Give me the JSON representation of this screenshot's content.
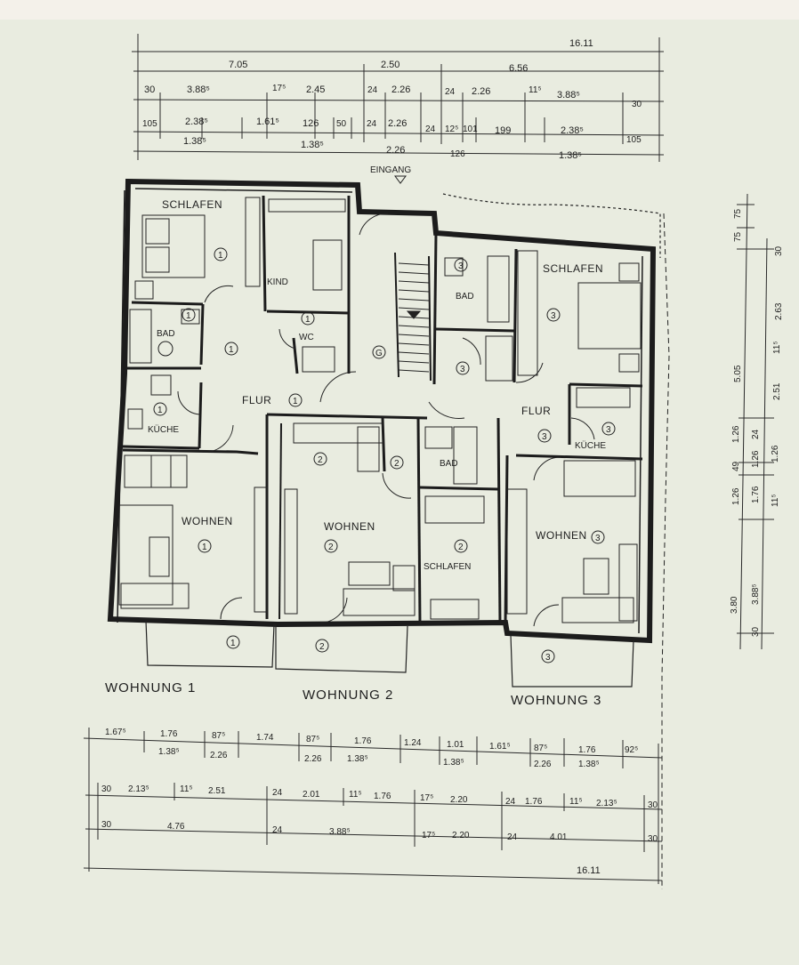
{
  "plan": {
    "entrance": "EINGANG",
    "rooms": {
      "schlafen_1": "SCHLAFEN",
      "kind_1": "KIND",
      "bad_1": "BAD",
      "wc_1": "WC",
      "flur_1": "FLUR",
      "kueche_1": "KÜCHE",
      "wohnen_1": "WOHNEN",
      "wohnen_2": "WOHNEN",
      "bad_2": "BAD",
      "schlafen_2": "SCHLAFEN",
      "bad_3": "BAD",
      "schlafen_3": "SCHLAFEN",
      "flur_3": "FLUR",
      "kueche_3": "KÜCHE",
      "wohnen_3": "WOHNEN"
    },
    "unit_markers": {
      "u1": "1",
      "u2": "2",
      "u3": "3",
      "staircase": "G"
    },
    "flats": {
      "w1": "WOHNUNG 1",
      "w2": "WOHNUNG 2",
      "w3": "WOHNUNG 3"
    }
  },
  "dims_top": {
    "total": "16.11",
    "row1": [
      "7.05",
      "2.50",
      "6.56"
    ],
    "row2": [
      "30",
      "3.88⁵",
      "17⁵",
      "2.45",
      "24",
      "2.26",
      "24",
      "2.26",
      "11⁵",
      "3.88⁵",
      "30"
    ],
    "row3": [
      "105",
      "2.38⁵",
      "1.61⁵",
      "126",
      "50",
      "24",
      "2.26",
      "24",
      "12⁵",
      "101",
      "199",
      "2.38⁵",
      "105"
    ],
    "row4": [
      "1.38⁵",
      "1.38⁵",
      "2.26",
      "126",
      "1.38⁵"
    ]
  },
  "dims_bottom": {
    "row1": [
      "1.67⁵",
      "1.76",
      "87⁵",
      "1.74",
      "87⁵",
      "1.76",
      "1.24",
      "1.01",
      "1.61⁵",
      "87⁵",
      "1.76",
      "92⁵"
    ],
    "row1b": [
      "1.38⁵",
      "2.26",
      "2.26",
      "1.38⁵",
      "1.38⁵",
      "2.26",
      "1.38⁵"
    ],
    "row2": [
      "30",
      "2.13⁵",
      "11⁵",
      "2.51",
      "24",
      "2.01",
      "11⁵",
      "1.76",
      "17⁵",
      "2.20",
      "24",
      "1.76",
      "11⁵",
      "2.13⁵",
      "30"
    ],
    "row3": [
      "30",
      "4.76",
      "24",
      "3.88⁵",
      "17⁵",
      "2.20",
      "24",
      "4.01",
      "30"
    ],
    "total": "16.11"
  },
  "dims_right": {
    "col1": [
      "75",
      "75",
      "5.05",
      "1.26",
      "49",
      "1.26",
      "3.80"
    ],
    "col2": [
      "30",
      "2.63",
      "11⁵",
      "2.51",
      "24",
      "1.26",
      "1.76",
      "11⁵",
      "1.26",
      "3.88⁵",
      "30"
    ]
  }
}
